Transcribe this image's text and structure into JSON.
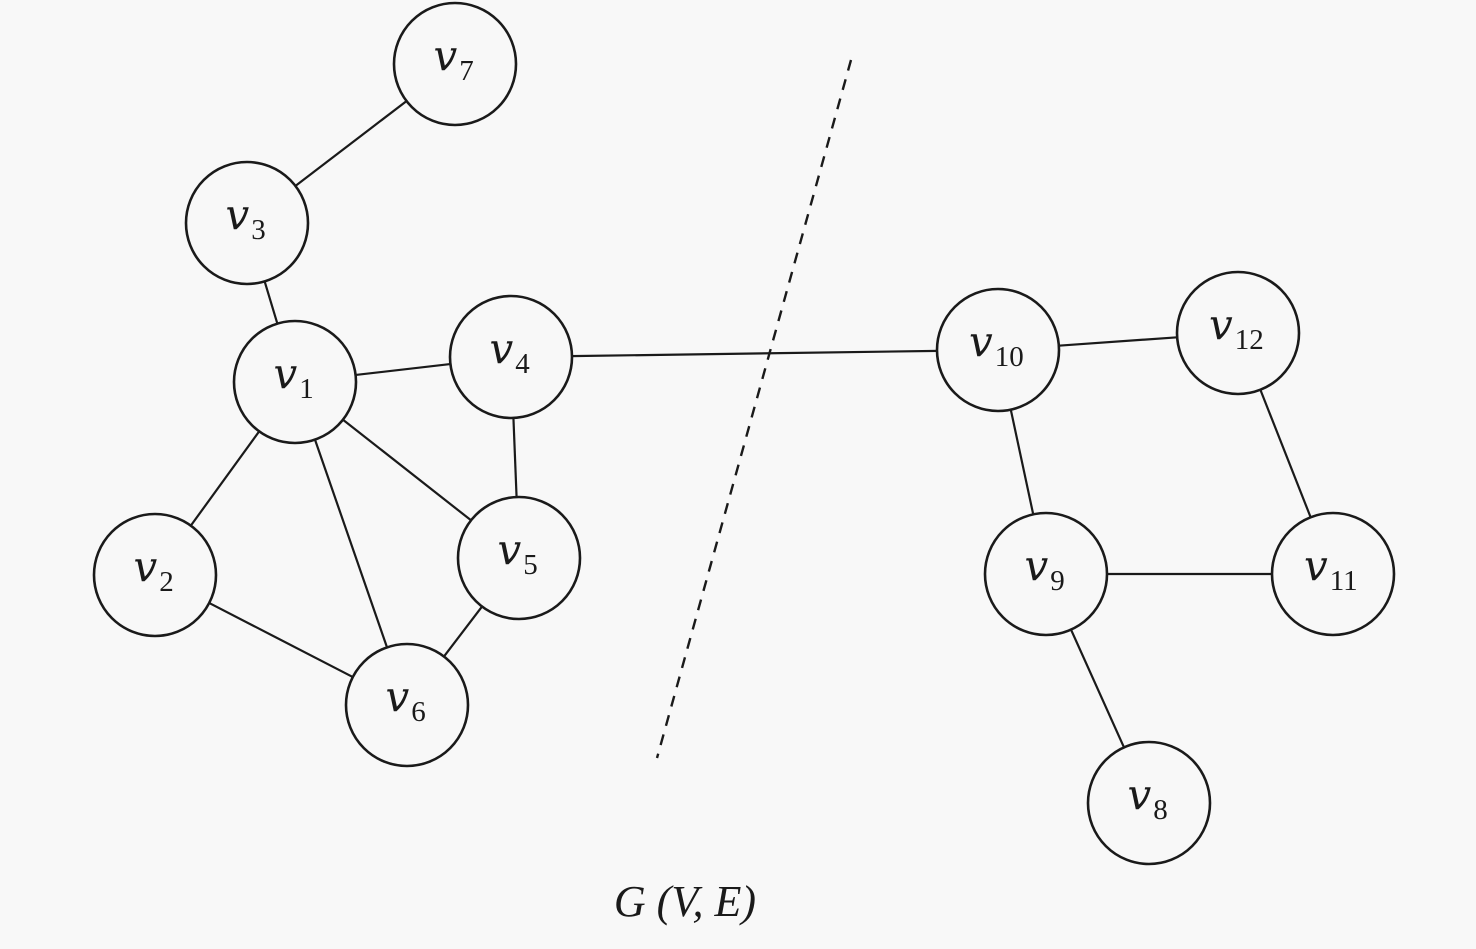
{
  "caption": "G (V, E)",
  "nodes": [
    {
      "id": "v1",
      "letter": "v",
      "sub": "1"
    },
    {
      "id": "v2",
      "letter": "v",
      "sub": "2"
    },
    {
      "id": "v3",
      "letter": "v",
      "sub": "3"
    },
    {
      "id": "v4",
      "letter": "v",
      "sub": "4"
    },
    {
      "id": "v5",
      "letter": "v",
      "sub": "5"
    },
    {
      "id": "v6",
      "letter": "v",
      "sub": "6"
    },
    {
      "id": "v7",
      "letter": "v",
      "sub": "7"
    },
    {
      "id": "v8",
      "letter": "v",
      "sub": "8"
    },
    {
      "id": "v9",
      "letter": "v",
      "sub": "9"
    },
    {
      "id": "v10",
      "letter": "v",
      "sub": "10"
    },
    {
      "id": "v11",
      "letter": "v",
      "sub": "11"
    },
    {
      "id": "v12",
      "letter": "v",
      "sub": "12"
    }
  ],
  "edges": [
    [
      "v7",
      "v3"
    ],
    [
      "v3",
      "v1"
    ],
    [
      "v1",
      "v4"
    ],
    [
      "v1",
      "v2"
    ],
    [
      "v1",
      "v6"
    ],
    [
      "v1",
      "v5"
    ],
    [
      "v4",
      "v5"
    ],
    [
      "v2",
      "v6"
    ],
    [
      "v5",
      "v6"
    ],
    [
      "v4",
      "v10"
    ],
    [
      "v10",
      "v12"
    ],
    [
      "v10",
      "v9"
    ],
    [
      "v12",
      "v11"
    ],
    [
      "v9",
      "v11"
    ],
    [
      "v9",
      "v8"
    ]
  ],
  "partition": {
    "style": "dashed",
    "separates": [
      [
        "v1",
        "v2",
        "v3",
        "v4",
        "v5",
        "v6",
        "v7"
      ],
      [
        "v8",
        "v9",
        "v10",
        "v11",
        "v12"
      ]
    ],
    "cut_edge": [
      "v4",
      "v10"
    ]
  }
}
